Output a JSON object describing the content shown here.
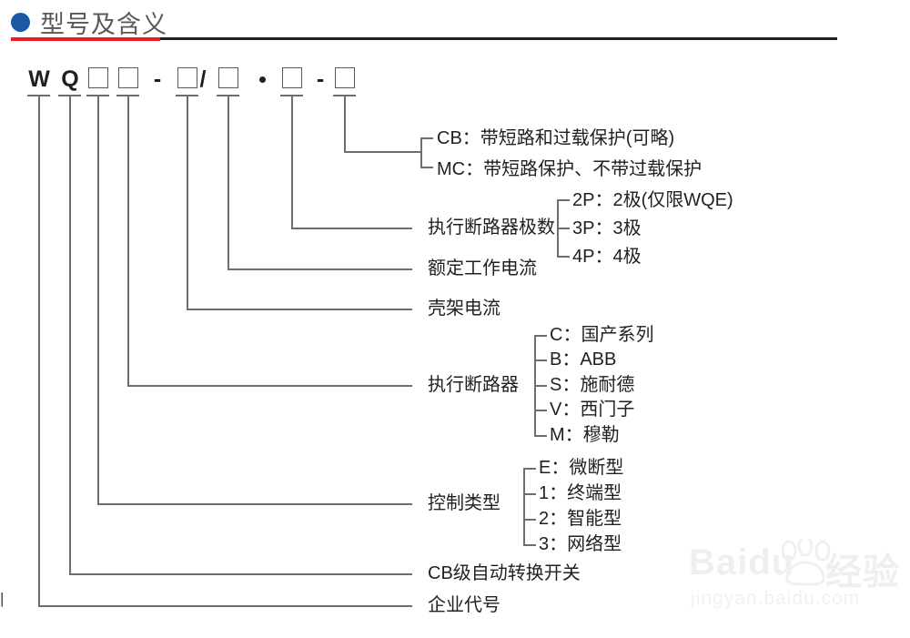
{
  "header": {
    "title": "型号及含义",
    "bullet_color": "#1d58a7",
    "rule_accent_color": "#ec1d25",
    "rule_color": "#231f20"
  },
  "model_code": {
    "slots": [
      {
        "key": "s1",
        "text": "W",
        "kind": "letter"
      },
      {
        "key": "s2",
        "text": "Q",
        "kind": "letter"
      },
      {
        "key": "s3",
        "text": "",
        "kind": "box"
      },
      {
        "key": "s4",
        "text": "",
        "kind": "box"
      },
      {
        "key": "s5",
        "text": "-",
        "kind": "separator"
      },
      {
        "key": "s6",
        "text": "",
        "kind": "box"
      },
      {
        "key": "s7",
        "text": "/",
        "kind": "separator"
      },
      {
        "key": "s8",
        "text": "",
        "kind": "box"
      },
      {
        "key": "s9",
        "text": "·",
        "kind": "separator"
      },
      {
        "key": "s10",
        "text": "",
        "kind": "box"
      },
      {
        "key": "s11",
        "text": "-",
        "kind": "separator"
      },
      {
        "key": "s12",
        "text": "",
        "kind": "box"
      }
    ]
  },
  "callouts": {
    "protection": {
      "options": [
        {
          "code": "CB",
          "desc": "带短路和过载保护(可略)",
          "full": "CB：带短路和过载保护(可略)"
        },
        {
          "code": "MC",
          "desc": "带短路保护、不带过载保护",
          "full": "MC：带短路保护、不带过载保护"
        }
      ]
    },
    "poles": {
      "label": "执行断路器极数",
      "options": [
        {
          "code": "2P",
          "desc": "2极(仅限WQE)",
          "full": "2P：2极(仅限WQE)"
        },
        {
          "code": "3P",
          "desc": "3极",
          "full": "3P：3极"
        },
        {
          "code": "4P",
          "desc": "4极",
          "full": "4P：4极"
        }
      ]
    },
    "rated_current": {
      "label": "额定工作电流"
    },
    "frame_current": {
      "label": "壳架电流"
    },
    "breaker": {
      "label": "执行断路器",
      "options": [
        {
          "code": "C",
          "desc": "国产系列",
          "full": "C：国产系列"
        },
        {
          "code": "B",
          "desc": "ABB",
          "full": "B：ABB"
        },
        {
          "code": "S",
          "desc": "施耐德",
          "full": "S：施耐德"
        },
        {
          "code": "V",
          "desc": "西门子",
          "full": "V：西门子"
        },
        {
          "code": "M",
          "desc": "穆勒",
          "full": "M：穆勒"
        }
      ]
    },
    "control_type": {
      "label": "控制类型",
      "options": [
        {
          "code": "E",
          "desc": "微断型",
          "full": "E：微断型"
        },
        {
          "code": "1",
          "desc": "终端型",
          "full": "1：终端型"
        },
        {
          "code": "2",
          "desc": "智能型",
          "full": "2：智能型"
        },
        {
          "code": "3",
          "desc": "网络型",
          "full": "3：网络型"
        }
      ]
    },
    "switch_class": {
      "label": "CB级自动转换开关"
    },
    "enterprise_code": {
      "label": "企业代号"
    }
  },
  "watermark": {
    "brand": "Baidu",
    "suffix": "经验",
    "url": "jingyan.baidu.com"
  }
}
